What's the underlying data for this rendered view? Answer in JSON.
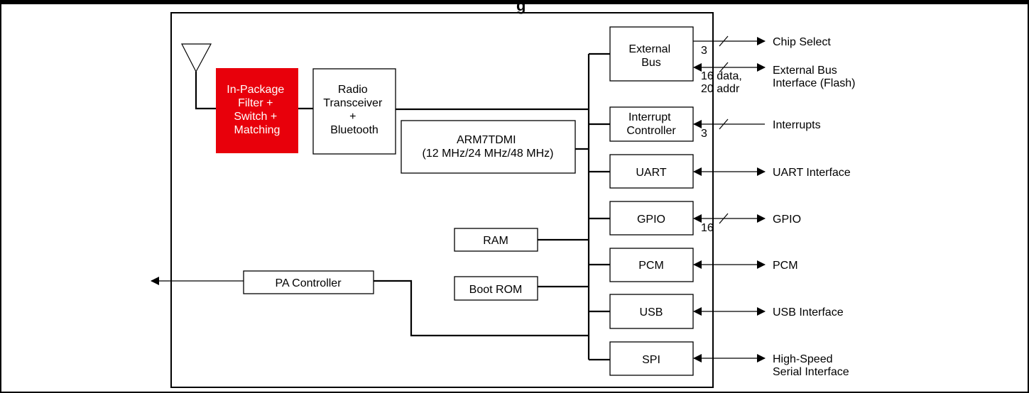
{
  "title_partial": "g",
  "colors": {
    "highlight": "#e8000b",
    "line": "#000000",
    "background": "#ffffff"
  },
  "blocks": {
    "filter": [
      "In-Package",
      "Filter +",
      "Switch +",
      "Matching"
    ],
    "radio": [
      "Radio",
      "Transceiver",
      "+",
      "Bluetooth"
    ],
    "cpu": [
      "ARM7TDMI",
      "(12 MHz/24 MHz/48 MHz)"
    ],
    "ram": "RAM",
    "boot_rom": "Boot ROM",
    "pa_controller": "PA Controller",
    "external_bus": [
      "External",
      "Bus"
    ],
    "interrupt_controller": [
      "Interrupt",
      "Controller"
    ],
    "uart": "UART",
    "gpio": "GPIO",
    "pcm": "PCM",
    "usb": "USB",
    "spi": "SPI"
  },
  "bus_widths": {
    "chip_select": "3",
    "external_bus": [
      "16 data,",
      "20 addr"
    ],
    "interrupts": "3",
    "gpio": "16"
  },
  "signals": {
    "chip_select": "Chip Select",
    "external_bus": [
      "External Bus",
      "Interface (Flash)"
    ],
    "interrupts": "Interrupts",
    "uart": "UART Interface",
    "gpio": "GPIO",
    "pcm": "PCM",
    "usb": "USB Interface",
    "spi": [
      "High-Speed",
      "Serial Interface"
    ]
  }
}
